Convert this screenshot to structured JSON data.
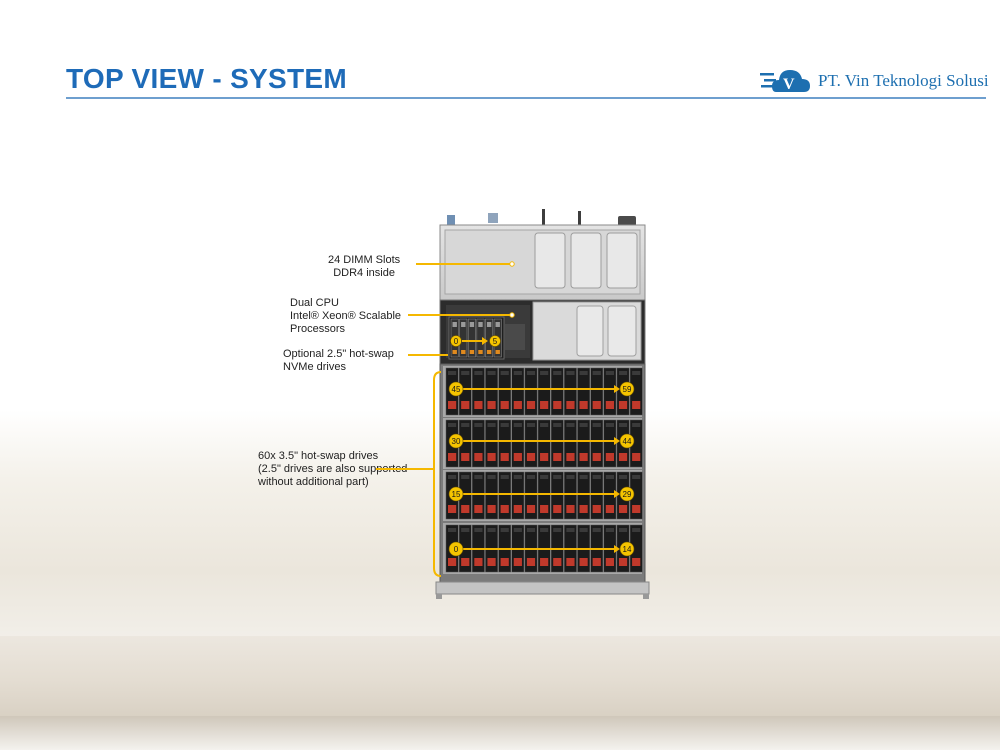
{
  "header": {
    "title": "TOP VIEW - SYSTEM",
    "company": "PT. Vin Teknologi Solusi",
    "logo_letter": "V",
    "brand_color": "#1e6bb8"
  },
  "annotations": {
    "dimm": [
      "24 DIMM Slots",
      "DDR4 inside"
    ],
    "cpu": [
      "Dual CPU",
      "Intel® Xeon® Scalable",
      "Processors"
    ],
    "nvme": [
      "Optional 2.5\" hot-swap",
      "NVMe drives"
    ],
    "drives": [
      "60x 3.5\" hot-swap drives",
      "(2.5\" drives are also supported",
      "without additional part)"
    ]
  },
  "nvme_range": {
    "start": "0",
    "end": "5"
  },
  "drive_rows": [
    {
      "start": "45",
      "end": "59"
    },
    {
      "start": "30",
      "end": "44"
    },
    {
      "start": "15",
      "end": "29"
    },
    {
      "start": "0",
      "end": "14"
    }
  ],
  "colors": {
    "arrow": "#f5b800",
    "badge": "#f5c400",
    "drive": "#1b1b1b",
    "led": "#c0392b"
  }
}
